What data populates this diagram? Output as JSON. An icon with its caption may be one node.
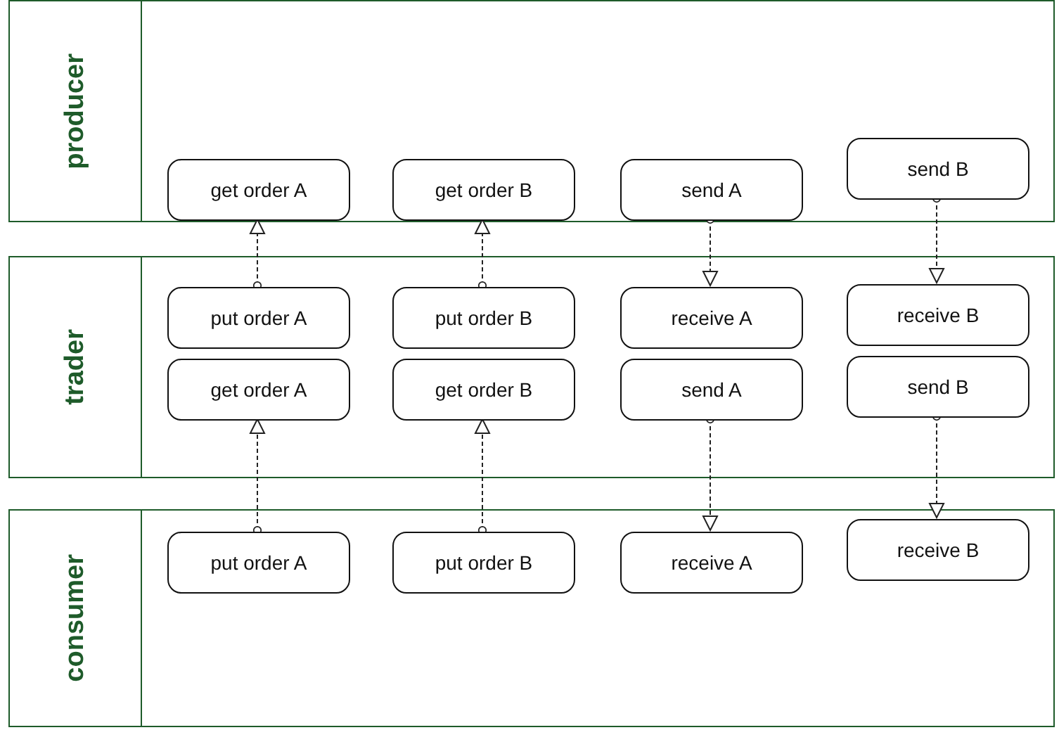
{
  "diagram": {
    "nodes": [
      {
        "text": [
          "producer"
        ]
      },
      {
        "text": [
          "get order A"
        ],
        "in": 0
      },
      {
        "text": [
          "get order B"
        ],
        "in": 0
      },
      {
        "text": [
          "send A"
        ],
        "in": 0
      },
      {
        "text": [
          "send B"
        ],
        "in": 0
      },
      {
        "text": [
          "trader"
        ]
      },
      {
        "text": [
          "put order A"
        ],
        "in": 5
      },
      {
        "text": [
          "put order B"
        ],
        "in": 5
      },
      {
        "text": [
          "receive A"
        ],
        "in": 5
      },
      {
        "text": [
          "receive B"
        ],
        "in": 5
      },
      {
        "text": [
          "get order A"
        ],
        "in": 5
      },
      {
        "text": [
          "get order B"
        ],
        "in": 5
      },
      {
        "text": [
          "send A"
        ],
        "in": 5
      },
      {
        "text": [
          "send B"
        ],
        "in": 5
      },
      {
        "text": [
          "consumer"
        ]
      },
      {
        "text": [
          "put order A"
        ],
        "in": 14
      },
      {
        "text": [
          "put order B"
        ],
        "in": 14
      },
      {
        "text": [
          "receive A"
        ],
        "in": 14
      },
      {
        "text": [
          "receive B"
        ],
        "in": 14
      }
    ],
    "edges": [
      {
        "from": 6,
        "to": 1,
        "arrow": "to",
        "style": "dashed"
      },
      {
        "from": 7,
        "to": 2,
        "arrow": "to",
        "style": "dashed"
      },
      {
        "from": 3,
        "to": 8,
        "arrow": "to",
        "style": "dashed"
      },
      {
        "from": 4,
        "to": 9,
        "arrow": "to",
        "style": "dashed"
      },
      {
        "from": 15,
        "to": 10,
        "arrow": "to",
        "style": "dashed"
      },
      {
        "from": 16,
        "to": 11,
        "arrow": "to",
        "style": "dashed"
      },
      {
        "from": 12,
        "to": 17,
        "arrow": "to",
        "style": "dashed"
      },
      {
        "from": 13,
        "to": 18,
        "arrow": "to",
        "style": "dashed"
      }
    ]
  }
}
